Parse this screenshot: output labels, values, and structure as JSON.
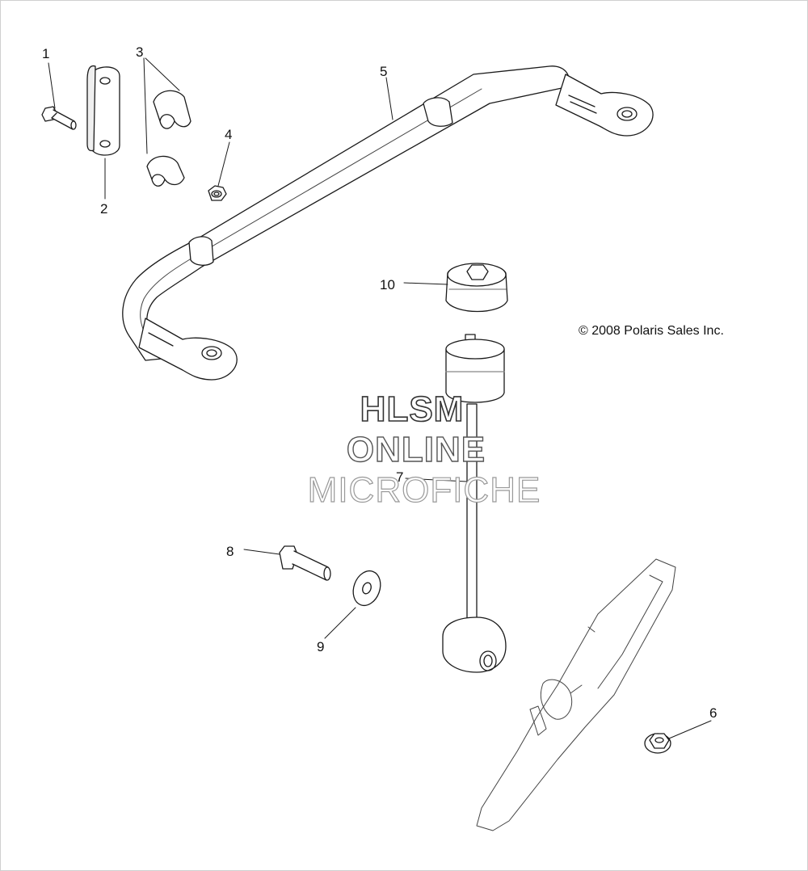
{
  "diagram": {
    "callouts": {
      "c1": "1",
      "c2": "2",
      "c3": "3",
      "c4": "4",
      "c5": "5",
      "c6": "6",
      "c7": "7",
      "c8": "8",
      "c9": "9",
      "c10": "10"
    },
    "copyright": "© 2008 Polaris Sales Inc.",
    "watermark": {
      "line1": "HLSM",
      "line2": "ONLINE",
      "line3": "MICROFICHE"
    },
    "colors": {
      "line": "#1a1a1a",
      "part_fill": "#ffffff",
      "shade": "#e6e6e6"
    }
  }
}
